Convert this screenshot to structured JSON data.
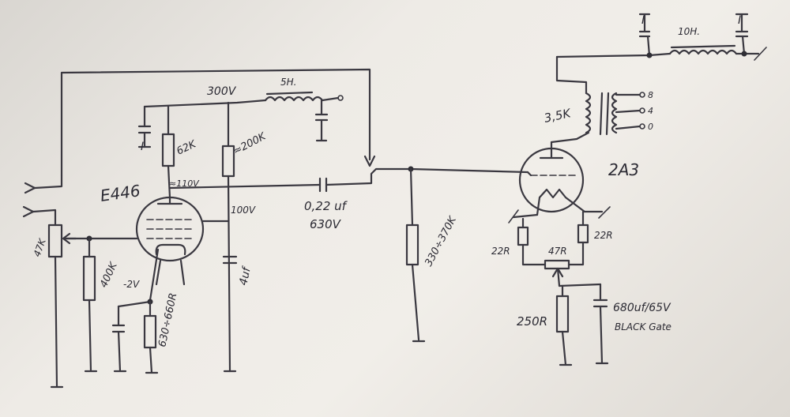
{
  "diagram": {
    "labels": {
      "v300": "300V",
      "choke5": "5H.",
      "r200k": "≈200K",
      "r62k": "62K",
      "v110": "≈110V",
      "tube1": "E446",
      "v100": "100V",
      "cap022": "0,22 uf",
      "v630": "630V",
      "pot47k": "47K",
      "r400k": "400K",
      "bias": "-2V",
      "rk1": "630÷660R",
      "cap4uf": "4uf",
      "rg2": "330÷370K",
      "tube2": "2A3",
      "otx": "3,5K",
      "tap8": "8",
      "tap4": "4",
      "tap0": "0",
      "choke10": "10H.",
      "r22l": "22R",
      "r22r": "22R",
      "r47": "47R",
      "rk2": "250R",
      "cap680": "680uf/65V",
      "blackgate": "BLACK Gate",
      "cap_sym_a": "I",
      "cap_sym_b": "I",
      "cap_sym_c": "I"
    }
  }
}
